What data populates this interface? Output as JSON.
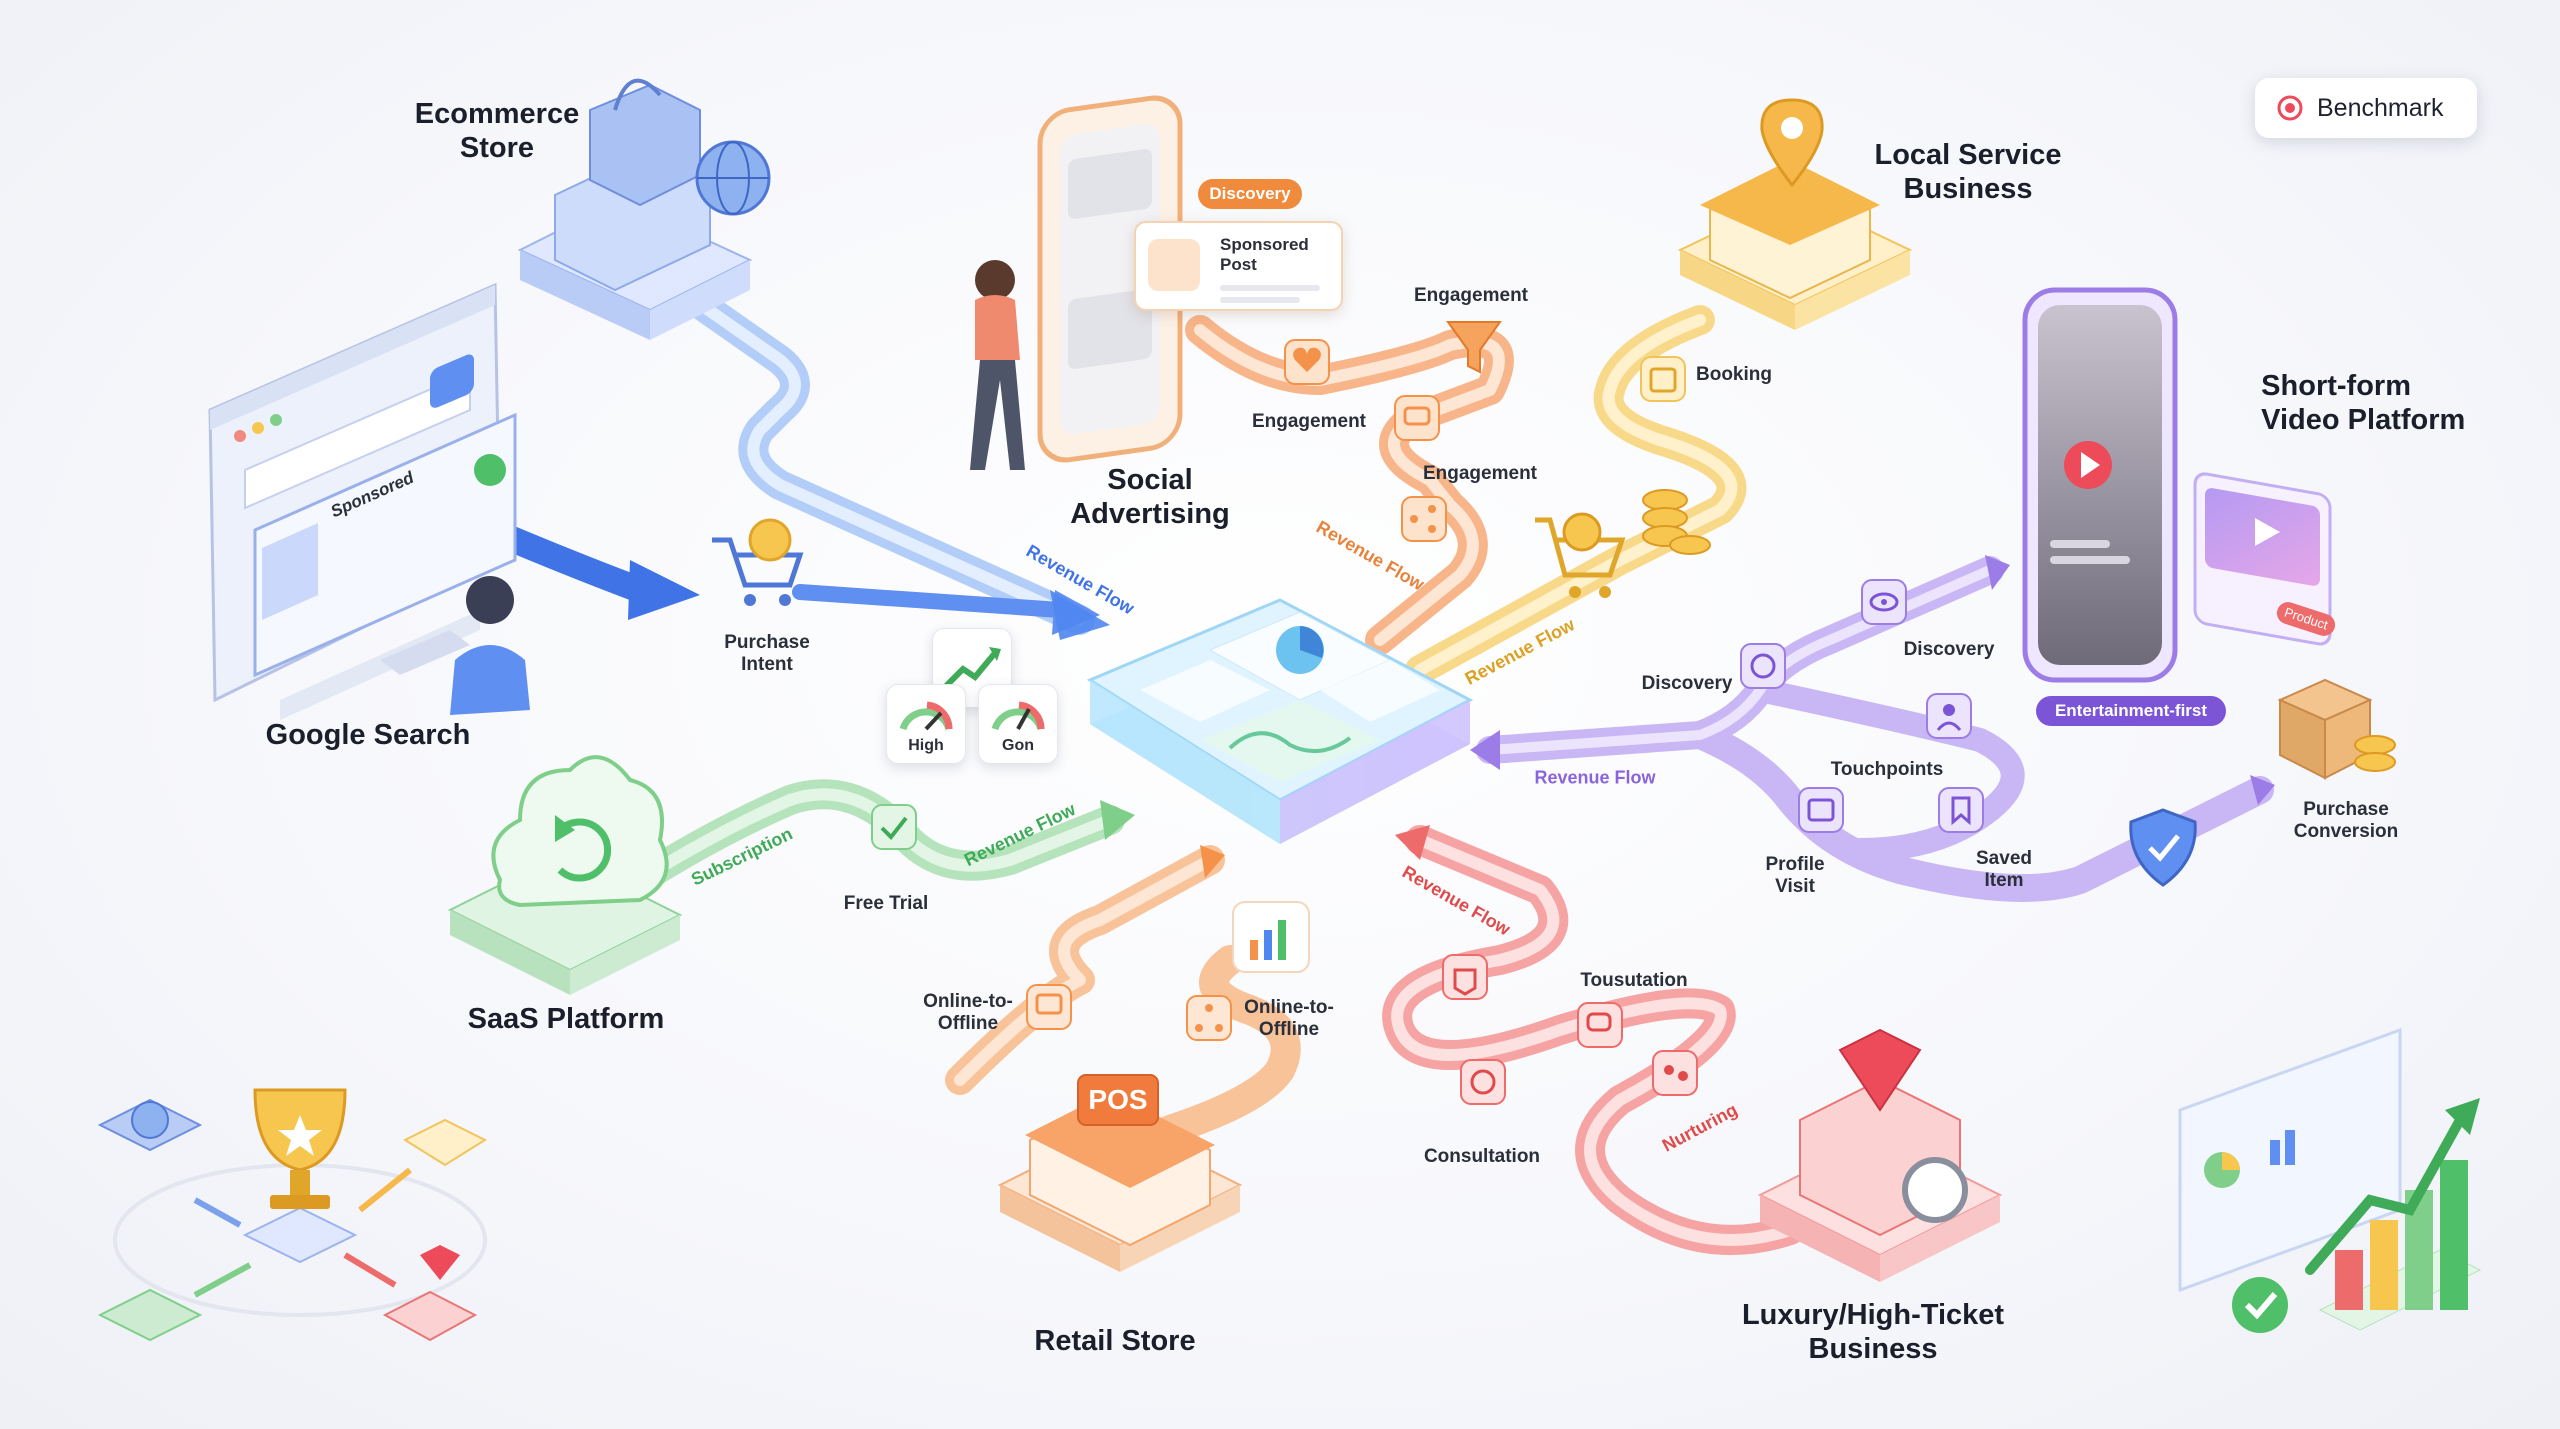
{
  "benchmark": {
    "label": "Benchmark"
  },
  "businesses": {
    "ecommerce": "Ecommerce\nStore",
    "google_search": "Google Search",
    "social_advertising": "Social\nAdvertising",
    "local_service": "Local Service\nBusiness",
    "short_form": "Short-form\nVideo Platform",
    "saas": "SaaS Platform",
    "retail": "Retail Store",
    "luxury": "Luxury/High-Ticket\nBusiness"
  },
  "google_card": {
    "sponsored": "Sponsored"
  },
  "social_card": {
    "discovery_badge": "Discovery",
    "sponsored_post": "Sponsored\nPost"
  },
  "short_form_card": {
    "badge": "Entertainment-first",
    "product_tag": "Product"
  },
  "retail_sign": "POS",
  "hub_metrics": {
    "gauge_high": "High",
    "gauge_gon": "Gon"
  },
  "flow_labels": {
    "purchase_intent": "Purchase\nIntent",
    "revenue_flow_blue": "Revenue Flow",
    "engagement_top": "Engagement",
    "engagement_left": "Engagement",
    "engagement_mid": "Engagement",
    "revenue_flow_orange": "Revenue Flow",
    "booking": "Booking",
    "revenue_flow_yellow": "Revenue Flow",
    "discovery_left": "Discovery",
    "discovery_right": "Discovery",
    "touchpoints": "Touchpoints",
    "profile_visit": "Profile\nVisit",
    "saved_item": "Saved\nItem",
    "revenue_flow_purple": "Revenue Flow",
    "purchase_conversion": "Purchase\nConversion",
    "subscription": "Subscription",
    "free_trial": "Free Trial",
    "revenue_flow_green": "Revenue Flow",
    "o2o_left": "Online-to-\nOffline",
    "o2o_right": "Online-to-\nOffline",
    "revenue_flow_red": "Revenue Flow",
    "tousutation": "Tousutation",
    "consultation": "Consultation",
    "nurturing": "Nurturing"
  },
  "colors": {
    "blue": "#4f86f0",
    "orange": "#f5924a",
    "yellow": "#f6c64f",
    "purple": "#9c7ce6",
    "green": "#7fcf8a",
    "red": "#ee6b6b"
  }
}
